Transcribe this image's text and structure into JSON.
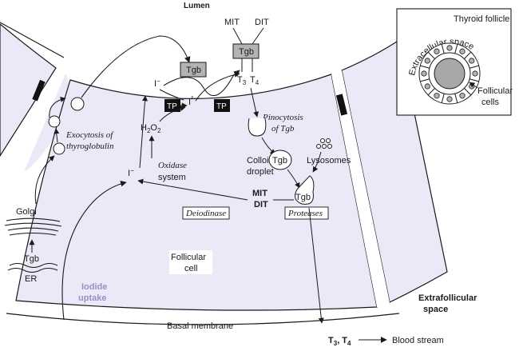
{
  "colors": {
    "cell_fill": "#ebe8f7",
    "iodide_text": "#9b8ec4",
    "tp_fill": "#111111",
    "tgb_fill": "#b3b3b3",
    "inset_center": "#a8a8a8"
  },
  "labels": {
    "lumen": "Lumen",
    "mit_top": "MIT",
    "dit_top": "DIT",
    "tgb": "Tgb",
    "t3": "T",
    "t3_sub": "3",
    "t4": "T",
    "t4_sub": "4",
    "iodide": "I",
    "iodide_sup": "−",
    "iodine": "I",
    "iodine_sup": "°",
    "tp": "TP",
    "h2o2_h": "H",
    "h2o2_sub1": "2",
    "h2o2_o": "O",
    "h2o2_sub2": "2",
    "oxidase_line1": "Oxidase",
    "oxidase_line2": "system",
    "exocytosis_line1": "Exocytosis of",
    "exocytosis_line2": "thyroglobulin",
    "pinocytosis_line1": "Pinocytosis",
    "pinocytosis_line2": "of Tgb",
    "colloid_line1": "Colloid",
    "colloid_line2": "droplet",
    "lysosomes": "Lysosomes",
    "golgi": "Golgi",
    "er": "ER",
    "mit": "MIT",
    "dit": "DIT",
    "deiodinase": "Deiodinase",
    "proteases": "Proteases",
    "follicular_cell_line1": "Follicular",
    "follicular_cell_line2": "cell",
    "iodide_uptake_line1": "Iodide",
    "iodide_uptake_line2": "uptake",
    "extrafollicular_line1": "Extrafollicular",
    "extrafollicular_line2": "space",
    "basal_membrane": "Basal membrane",
    "t3t4_out": "T",
    "t3t4_sub3": "3",
    "t3t4_comma": ", T",
    "t3t4_sub4": "4",
    "blood_stream": "Blood stream"
  },
  "inset": {
    "title": "Thyroid follicle",
    "extracellular": "Extracellular space",
    "follicular_line1": "Follicular",
    "follicular_line2": "cells"
  }
}
